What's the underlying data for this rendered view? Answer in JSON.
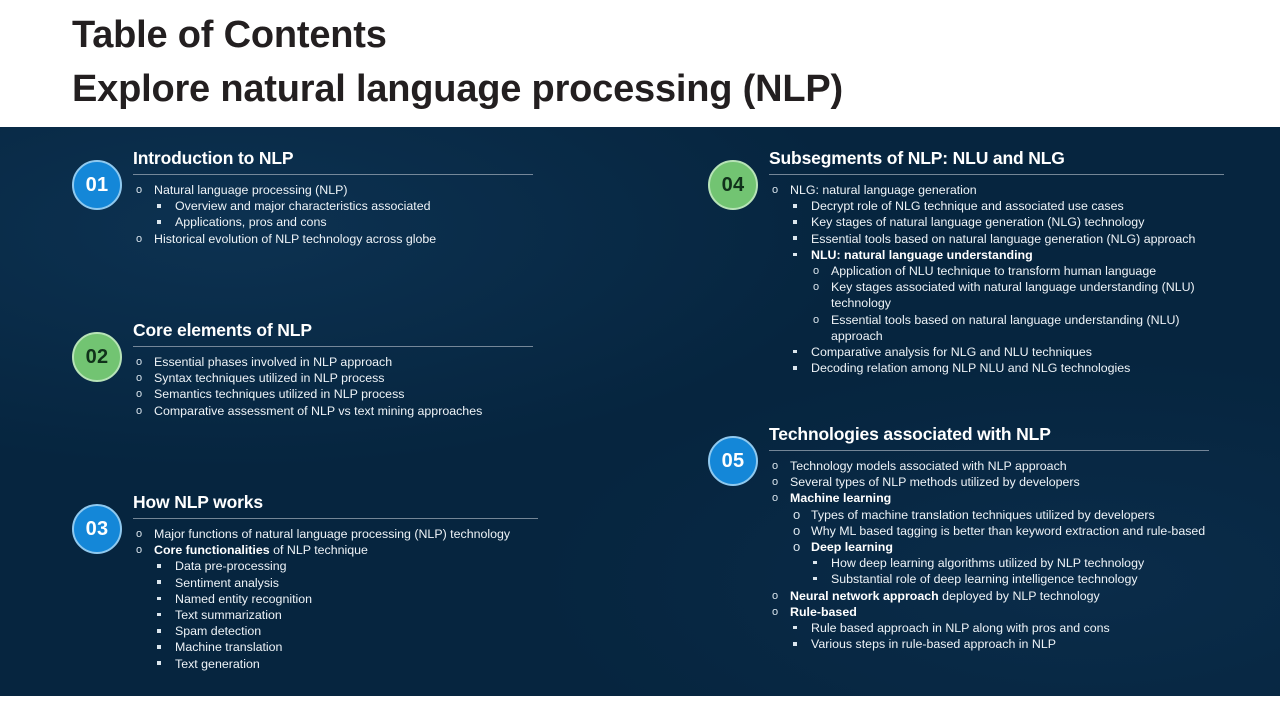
{
  "header": {
    "title_line1": "Table of Contents",
    "title_line2": "Explore natural language processing (NLP)"
  },
  "colors": {
    "panel_background": "#06253f",
    "badge_blue": "#1487d8",
    "badge_green": "#72c472",
    "title_text": "#231f20",
    "body_text": "#eef3f7",
    "divider": "#9aa7b4"
  },
  "sections": [
    {
      "number": "01",
      "badge_color": "blue",
      "title": "Introduction to NLP",
      "items": [
        {
          "level": 1,
          "bullet": "circle",
          "text": "Natural language  processing  (NLP)"
        },
        {
          "level": 2,
          "bullet": "square",
          "text": "Overview  and major characteristics associated"
        },
        {
          "level": 2,
          "bullet": "square",
          "text": "Applications, pros and cons"
        },
        {
          "level": 1,
          "bullet": "circle",
          "text": "Historical evolution  of NLP technology across globe"
        }
      ]
    },
    {
      "number": "02",
      "badge_color": "green",
      "title": "Core elements of NLP",
      "items": [
        {
          "level": 1,
          "bullet": "circle",
          "text": "Essential phases involved  in NLP  approach"
        },
        {
          "level": 1,
          "bullet": "circle",
          "text": "Syntax techniques utilized in NLP process"
        },
        {
          "level": 1,
          "bullet": "circle",
          "text": "Semantics techniques utilized in NLP  process"
        },
        {
          "level": 1,
          "bullet": "circle",
          "text": "Comparative  assessment of NLP vs text mining approaches"
        }
      ]
    },
    {
      "number": "03",
      "badge_color": "blue",
      "title": "How NLP works",
      "items": [
        {
          "level": 1,
          "bullet": "circle",
          "text": "Major functions of natural language  processing  (NLP) technology"
        },
        {
          "level": 1,
          "bullet": "circle",
          "bold_prefix": "Core functionalities",
          "text": " of NLP technique"
        },
        {
          "level": 2,
          "bullet": "square",
          "text": "Data pre-processing"
        },
        {
          "level": 2,
          "bullet": "square",
          "text": "Sentiment analysis"
        },
        {
          "level": 2,
          "bullet": "square",
          "text": "Named entity recognition"
        },
        {
          "level": 2,
          "bullet": "square",
          "text": "Text summarization"
        },
        {
          "level": 2,
          "bullet": "square",
          "text": "Spam detection"
        },
        {
          "level": 2,
          "bullet": "square",
          "text": "Machine translation"
        },
        {
          "level": 2,
          "bullet": "square",
          "text": "Text generation"
        }
      ]
    },
    {
      "number": "04",
      "badge_color": "green",
      "title": "Subsegments of NLP: NLU and NLG",
      "items": [
        {
          "level": 1,
          "bullet": "circle",
          "text": "NLG: natural language  generation"
        },
        {
          "level": 2,
          "bullet": "square",
          "text": "Decrypt role of NLG technique and associated use cases"
        },
        {
          "level": 2,
          "bullet": "square",
          "text": "Key stages of natural language generation (NLG) technology"
        },
        {
          "level": 2,
          "bullet": "square",
          "text": "Essential tools based on natural language  generation  (NLG) approach"
        },
        {
          "level": 2,
          "bullet": "square",
          "bold_prefix": "NLU:  natural language understanding",
          "text": ""
        },
        {
          "level": 3,
          "bullet": "circle",
          "text": "Application of NLU technique to transform  human language"
        },
        {
          "level": 3,
          "bullet": "circle",
          "text": "Key stages associated with natural  language  understanding  (NLU) technology"
        },
        {
          "level": 3,
          "bullet": "circle",
          "text": "Essential tools based on natural  language  understanding  (NLU) approach"
        },
        {
          "level": 2,
          "bullet": "square",
          "text": "Comparative  analysis for NLG and NLU  techniques"
        },
        {
          "level": 2,
          "bullet": "square",
          "text": "Decoding relation among NLP NLU  and NLG technologies"
        }
      ]
    },
    {
      "number": "05",
      "badge_color": "blue",
      "title": "Technologies associated with NLP",
      "items": [
        {
          "level": 1,
          "bullet": "circle",
          "text": "Technology  models  associated with NLP approach"
        },
        {
          "level": 1,
          "bullet": "circle",
          "text": "Several  types of NLP methods  utilized by developers"
        },
        {
          "level": 1,
          "bullet": "circle",
          "bold_prefix": "Machine learning",
          "text": ""
        },
        {
          "level": 2,
          "bullet": "circle",
          "text": "Types of machine translation techniques  utilized by developers"
        },
        {
          "level": 2,
          "bullet": "circle",
          "text": "Why ML based tagging is better than keyword  extraction and rule-based"
        },
        {
          "level": 2,
          "bullet": "circle",
          "bold_prefix": "Deep learning",
          "text": ""
        },
        {
          "level": 3,
          "bullet": "square",
          "text": "How deep learning  algorithms utilized by NLP technology"
        },
        {
          "level": 3,
          "bullet": "square",
          "text": "Substantial role of deep learning intelligence technology"
        },
        {
          "level": 1,
          "bullet": "circle",
          "bold_prefix": "Neural network approach",
          "text": " deployed by NLP technology"
        },
        {
          "level": 1,
          "bullet": "circle",
          "bold_prefix": "Rule-based",
          "text": ""
        },
        {
          "level": 2,
          "bullet": "square",
          "text": "Rule based approach in NLP along with pros and cons"
        },
        {
          "level": 2,
          "bullet": "square",
          "text": "Various  steps in rule-based  approach  in NLP"
        }
      ]
    }
  ]
}
